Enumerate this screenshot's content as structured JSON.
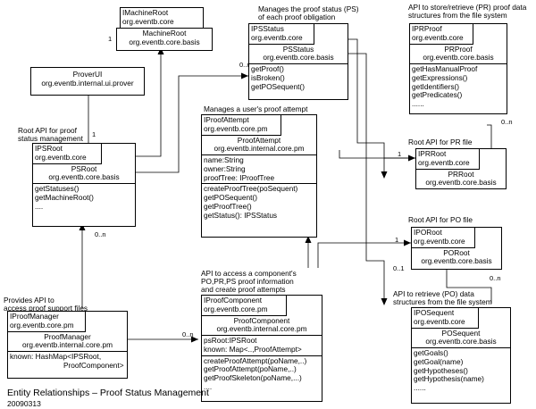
{
  "title": "Entity Relationships – Proof Status Management",
  "date": "20090313",
  "machineroot": {
    "iname": "IMachineRoot",
    "ipkg": "org.eventb.core",
    "name": "MachineRoot",
    "pkg": "org.eventb.core.basis"
  },
  "proverui": {
    "name": "ProverUI",
    "pkg": "org.eventb.internal.ui.prover"
  },
  "psroot": {
    "note1": "Root API for proof",
    "note2": "status management",
    "iname": "IPSRoot",
    "ipkg": "org.eventb.core",
    "name": "PSRoot",
    "pkg": "org.eventb.core.basis",
    "methods": [
      "getStatuses()",
      "getMachineRoot()",
      "...."
    ]
  },
  "psstatus": {
    "note1": "Manages the proof status (PS)",
    "note2": "of each proof obligation",
    "iname": "IPSStatus",
    "ipkg": "org.eventb.core",
    "name": "PSStatus",
    "pkg": "org.eventb.core.basis",
    "methods": [
      "getProof()",
      "isBroken()",
      "getPOSequent()"
    ]
  },
  "prproof": {
    "note1": "API to store/retrieve (PR) proof data",
    "note2": "structures from the file system",
    "iname": "IPRProof",
    "ipkg": "org.eventb.core",
    "name": "PRProof",
    "pkg": "org.eventb.core.basis",
    "methods": [
      "getHasManualProof",
      "getExpressions()",
      "getIdentifiers()",
      "getPredicates()",
      "......"
    ]
  },
  "proofattempt": {
    "note": "Manages a user's proof attempt",
    "iname": "IProofAttempt",
    "ipkg": "org.eventb.core.pm",
    "name": "ProofAttempt",
    "pkg": "org.eventb.internal.core.pm",
    "fields": [
      "name:String",
      "owner:String",
      "proofTree: IProofTree"
    ],
    "methods": [
      "createProofTree(poSequent)",
      "getPOSequent()",
      "getProofTree()",
      "getStatus(): IPSStatus"
    ]
  },
  "prroot": {
    "note": "Root API for PR file",
    "iname": "IPRRoot",
    "ipkg": "org.eventb.core",
    "name": "PRRoot",
    "pkg": "org.eventb.core.basis"
  },
  "poroot": {
    "note": "Root API for PO file",
    "iname": "IPORoot",
    "ipkg": "org.eventb.core",
    "name": "PORoot",
    "pkg": "org.eventb.core.basis"
  },
  "posequent": {
    "note1": "API to retrieve (PO) data",
    "note2": "structures from the file system",
    "iname": "IPOSequent",
    "ipkg": "org.eventb.core",
    "name": "POSequent",
    "pkg": "org.eventb.core.basis",
    "methods": [
      "getGoals()",
      "getGoal(name)",
      "getHypotheses()",
      "getHypothesis(name)",
      "......"
    ]
  },
  "proofmanager": {
    "note1": "Provides API to",
    "note2": "access proof support files",
    "iname": "IProofManager",
    "ipkg": "org.eventb.core.pm",
    "name": "ProofManager",
    "pkg": "org.eventb.internal.core.pm",
    "fields": [
      "known: HashMap<IPSRoot,",
      "ProofComponent>"
    ]
  },
  "proofcomponent": {
    "note1": "API to access a component's",
    "note2": "PO,PR,PS proof information",
    "note3": "and create proof attempts",
    "iname": "IProofComponent",
    "ipkg": "org.eventb.core.pm",
    "name": "ProofComponent",
    "pkg": "org.eventb.internal.core.pm",
    "fields": [
      "psRoot:IPSRoot",
      "known: Map<..,ProofAttempt>"
    ],
    "methods": [
      "createProofAttempt(poName,..)",
      "getProofAttempt(poName,..)",
      "getProofSkeleton(poName,...)",
      "...."
    ]
  },
  "mult": {
    "one": "1",
    "many": "0..n",
    "opt": "0..1"
  }
}
